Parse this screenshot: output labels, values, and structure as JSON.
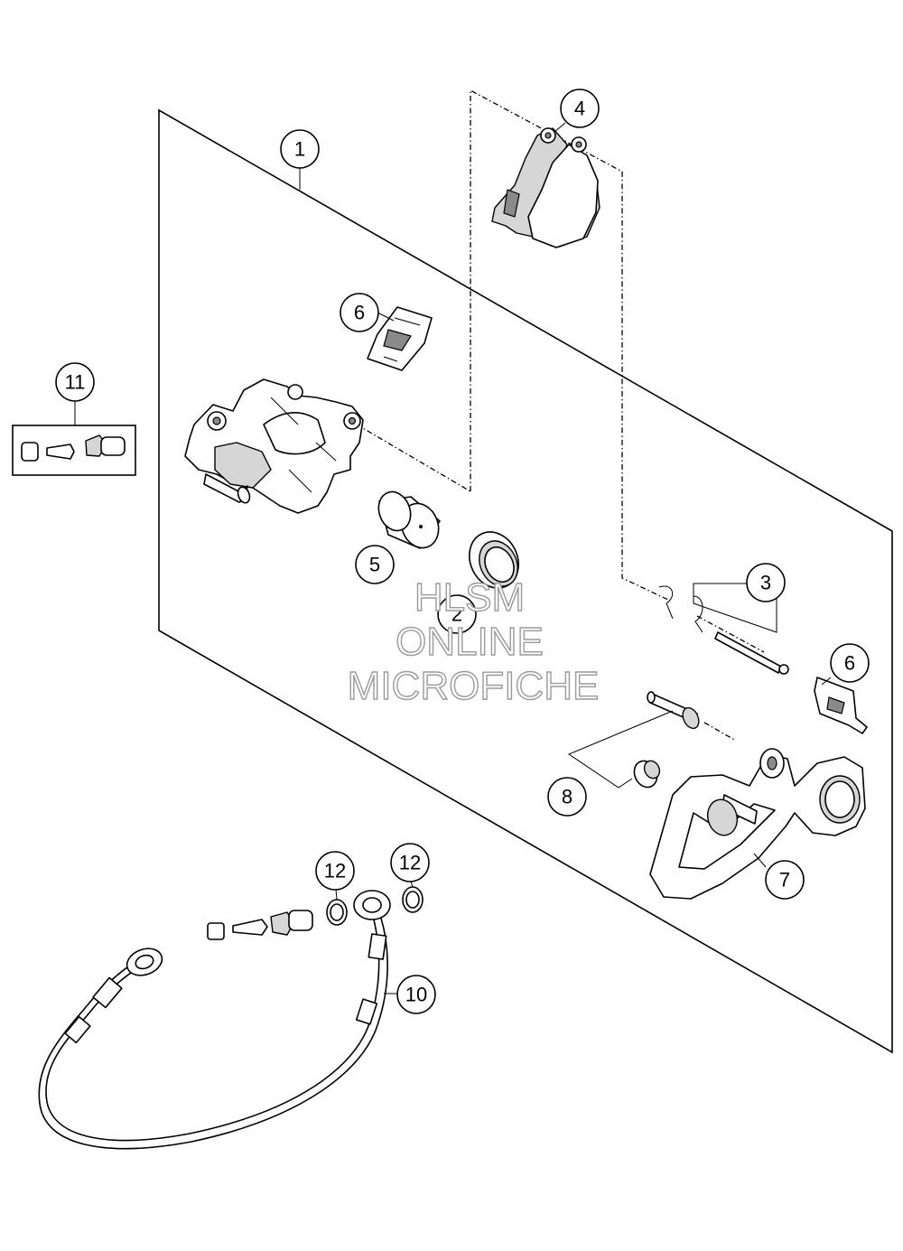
{
  "callouts": {
    "c1": "1",
    "c2": "2",
    "c3": "3",
    "c4": "4",
    "c5": "5",
    "c6a": "6",
    "c6b": "6",
    "c7": "7",
    "c8": "8",
    "c10": "10",
    "c11": "11",
    "c12a": "12",
    "c12b": "12"
  },
  "watermark": {
    "line1": "HLSM",
    "line2": "ONLINE",
    "line3": "MICROFICHE"
  }
}
